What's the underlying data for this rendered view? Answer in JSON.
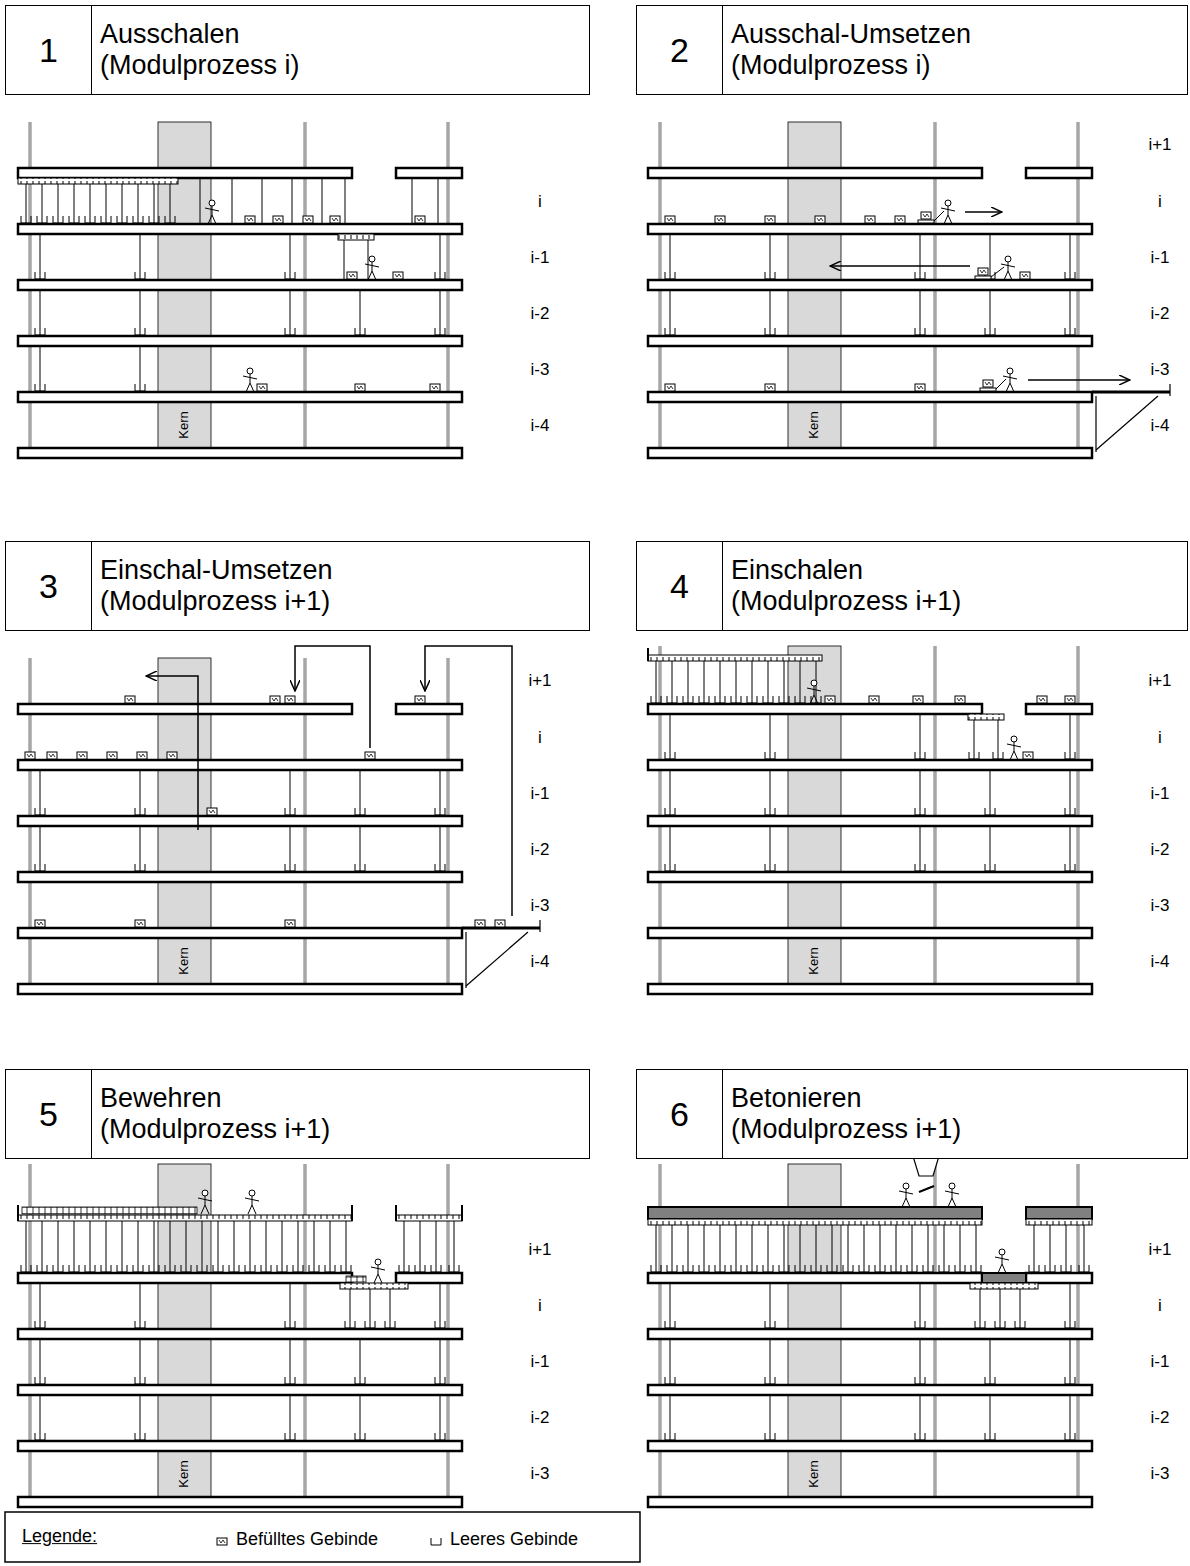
{
  "diagram": {
    "nodes": [
      {
        "text": [
          "1",
          "Ausschalen (Modulprozess i)"
        ]
      },
      {
        "text": [
          "2",
          "Ausschal-Umsetzen (Modulprozess i)"
        ]
      },
      {
        "text": [
          "3",
          "Einschal-Umsetzen (Modulprozess i+1)"
        ]
      },
      {
        "text": [
          "4",
          "Einschalen (Modulprozess i+1)"
        ]
      },
      {
        "text": [
          "5",
          "Bewehren (Modulprozess i+1)"
        ]
      },
      {
        "text": [
          "6",
          "Betonieren (Modulprozess i+1)"
        ]
      }
    ],
    "labels": [
      "i",
      "i-1",
      "i-2",
      "i-3",
      "i-4",
      "Kern",
      "i+1",
      "i",
      "i-1",
      "i-2",
      "i-3",
      "i-4",
      "Kern",
      "i+1",
      "i",
      "i-1",
      "i-2",
      "i-3",
      "i-4",
      "Kern",
      "i+1",
      "i",
      "i-1",
      "i-2",
      "i-3",
      "i-4",
      "Kern",
      "i+1",
      "i",
      "i-1",
      "i-2",
      "i-3",
      "Kern",
      "i+1",
      "i",
      "i-1",
      "i-2",
      "i-3",
      "Kern",
      "Legende:"
    ],
    "legend": [
      {
        "text": "Befülltes Gebinde"
      },
      {
        "text": "Leeres Gebinde"
      }
    ]
  }
}
